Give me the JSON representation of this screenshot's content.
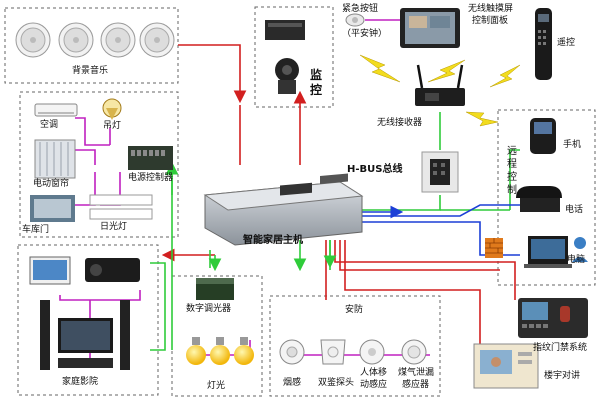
{
  "labels": {
    "background_music": "背景音乐",
    "monitor": "监控",
    "emergency_button": "紧急按钮（平安钟）",
    "emergency_line1": "紧急按钮",
    "emergency_line2": "（平安钟）",
    "wireless_touch_line1": "无线触摸屏",
    "wireless_touch_line2": "控制面板",
    "remote": "遥控",
    "wireless_receiver": "无线接收器",
    "hbus": "H-BUS总线",
    "mobile": "手机",
    "remote_control": "远程控制",
    "telephone": "电话",
    "computer": "电脑",
    "air_conditioner": "空调",
    "chandelier": "吊灯",
    "curtain": "电动窗帘",
    "power_controller": "电源控制器",
    "garage_door": "车库门",
    "fluorescent": "日光灯",
    "host": "智能家居主机",
    "home_theater": "家庭影院",
    "digital_dimmer": "数字调光器",
    "lighting": "灯光",
    "security": "安防",
    "smoke": "烟感",
    "dual_probe": "双鉴探头",
    "body_sensor_line1": "人体移",
    "body_sensor_line2": "动感应",
    "gas_line1": "煤气泄漏",
    "gas_line2": "感应器",
    "fingerprint": "指纹门禁系统",
    "intercom": "楼宇对讲"
  },
  "colors": {
    "red": "#d21f1f",
    "green": "#2fcc3a",
    "blue": "#1c3fd6",
    "brown": "#8b3a1a",
    "purple": "#c020c0",
    "dash": "#666666",
    "yellow": "#f2dc1e"
  }
}
